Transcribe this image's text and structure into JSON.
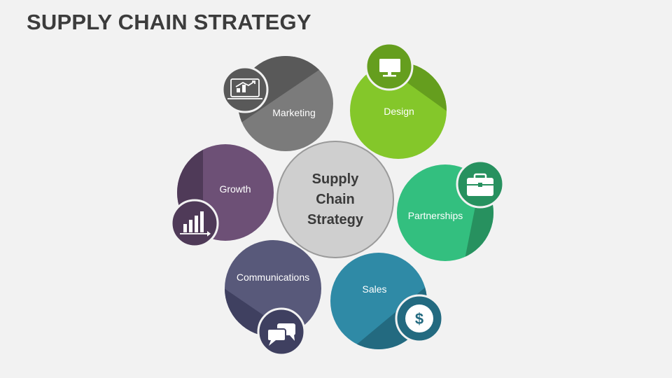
{
  "title": "SUPPLY CHAIN STRATEGY",
  "center": {
    "lines": [
      "Supply",
      "Chain",
      "Strategy"
    ]
  },
  "nodes": {
    "marketing": {
      "label": "Marketing",
      "color": "#7b7b7b",
      "dark": "#595959",
      "icon": "presentation-chart-icon"
    },
    "design": {
      "label": "Design",
      "color": "#84c72a",
      "dark": "#659e1e",
      "icon": "monitor-icon"
    },
    "partnerships": {
      "label": "Partnerships",
      "color": "#33bf7f",
      "dark": "#27915f",
      "icon": "briefcase-icon"
    },
    "sales": {
      "label": "Sales",
      "color": "#2f8aa6",
      "dark": "#236a80",
      "icon": "dollar-icon"
    },
    "communications": {
      "label": "Communications",
      "color": "#58597a",
      "dark": "#3f4060",
      "icon": "chat-bubbles-icon"
    },
    "growth": {
      "label": "Growth",
      "color": "#6d5076",
      "dark": "#4f3a58",
      "icon": "bar-chart-icon"
    }
  }
}
